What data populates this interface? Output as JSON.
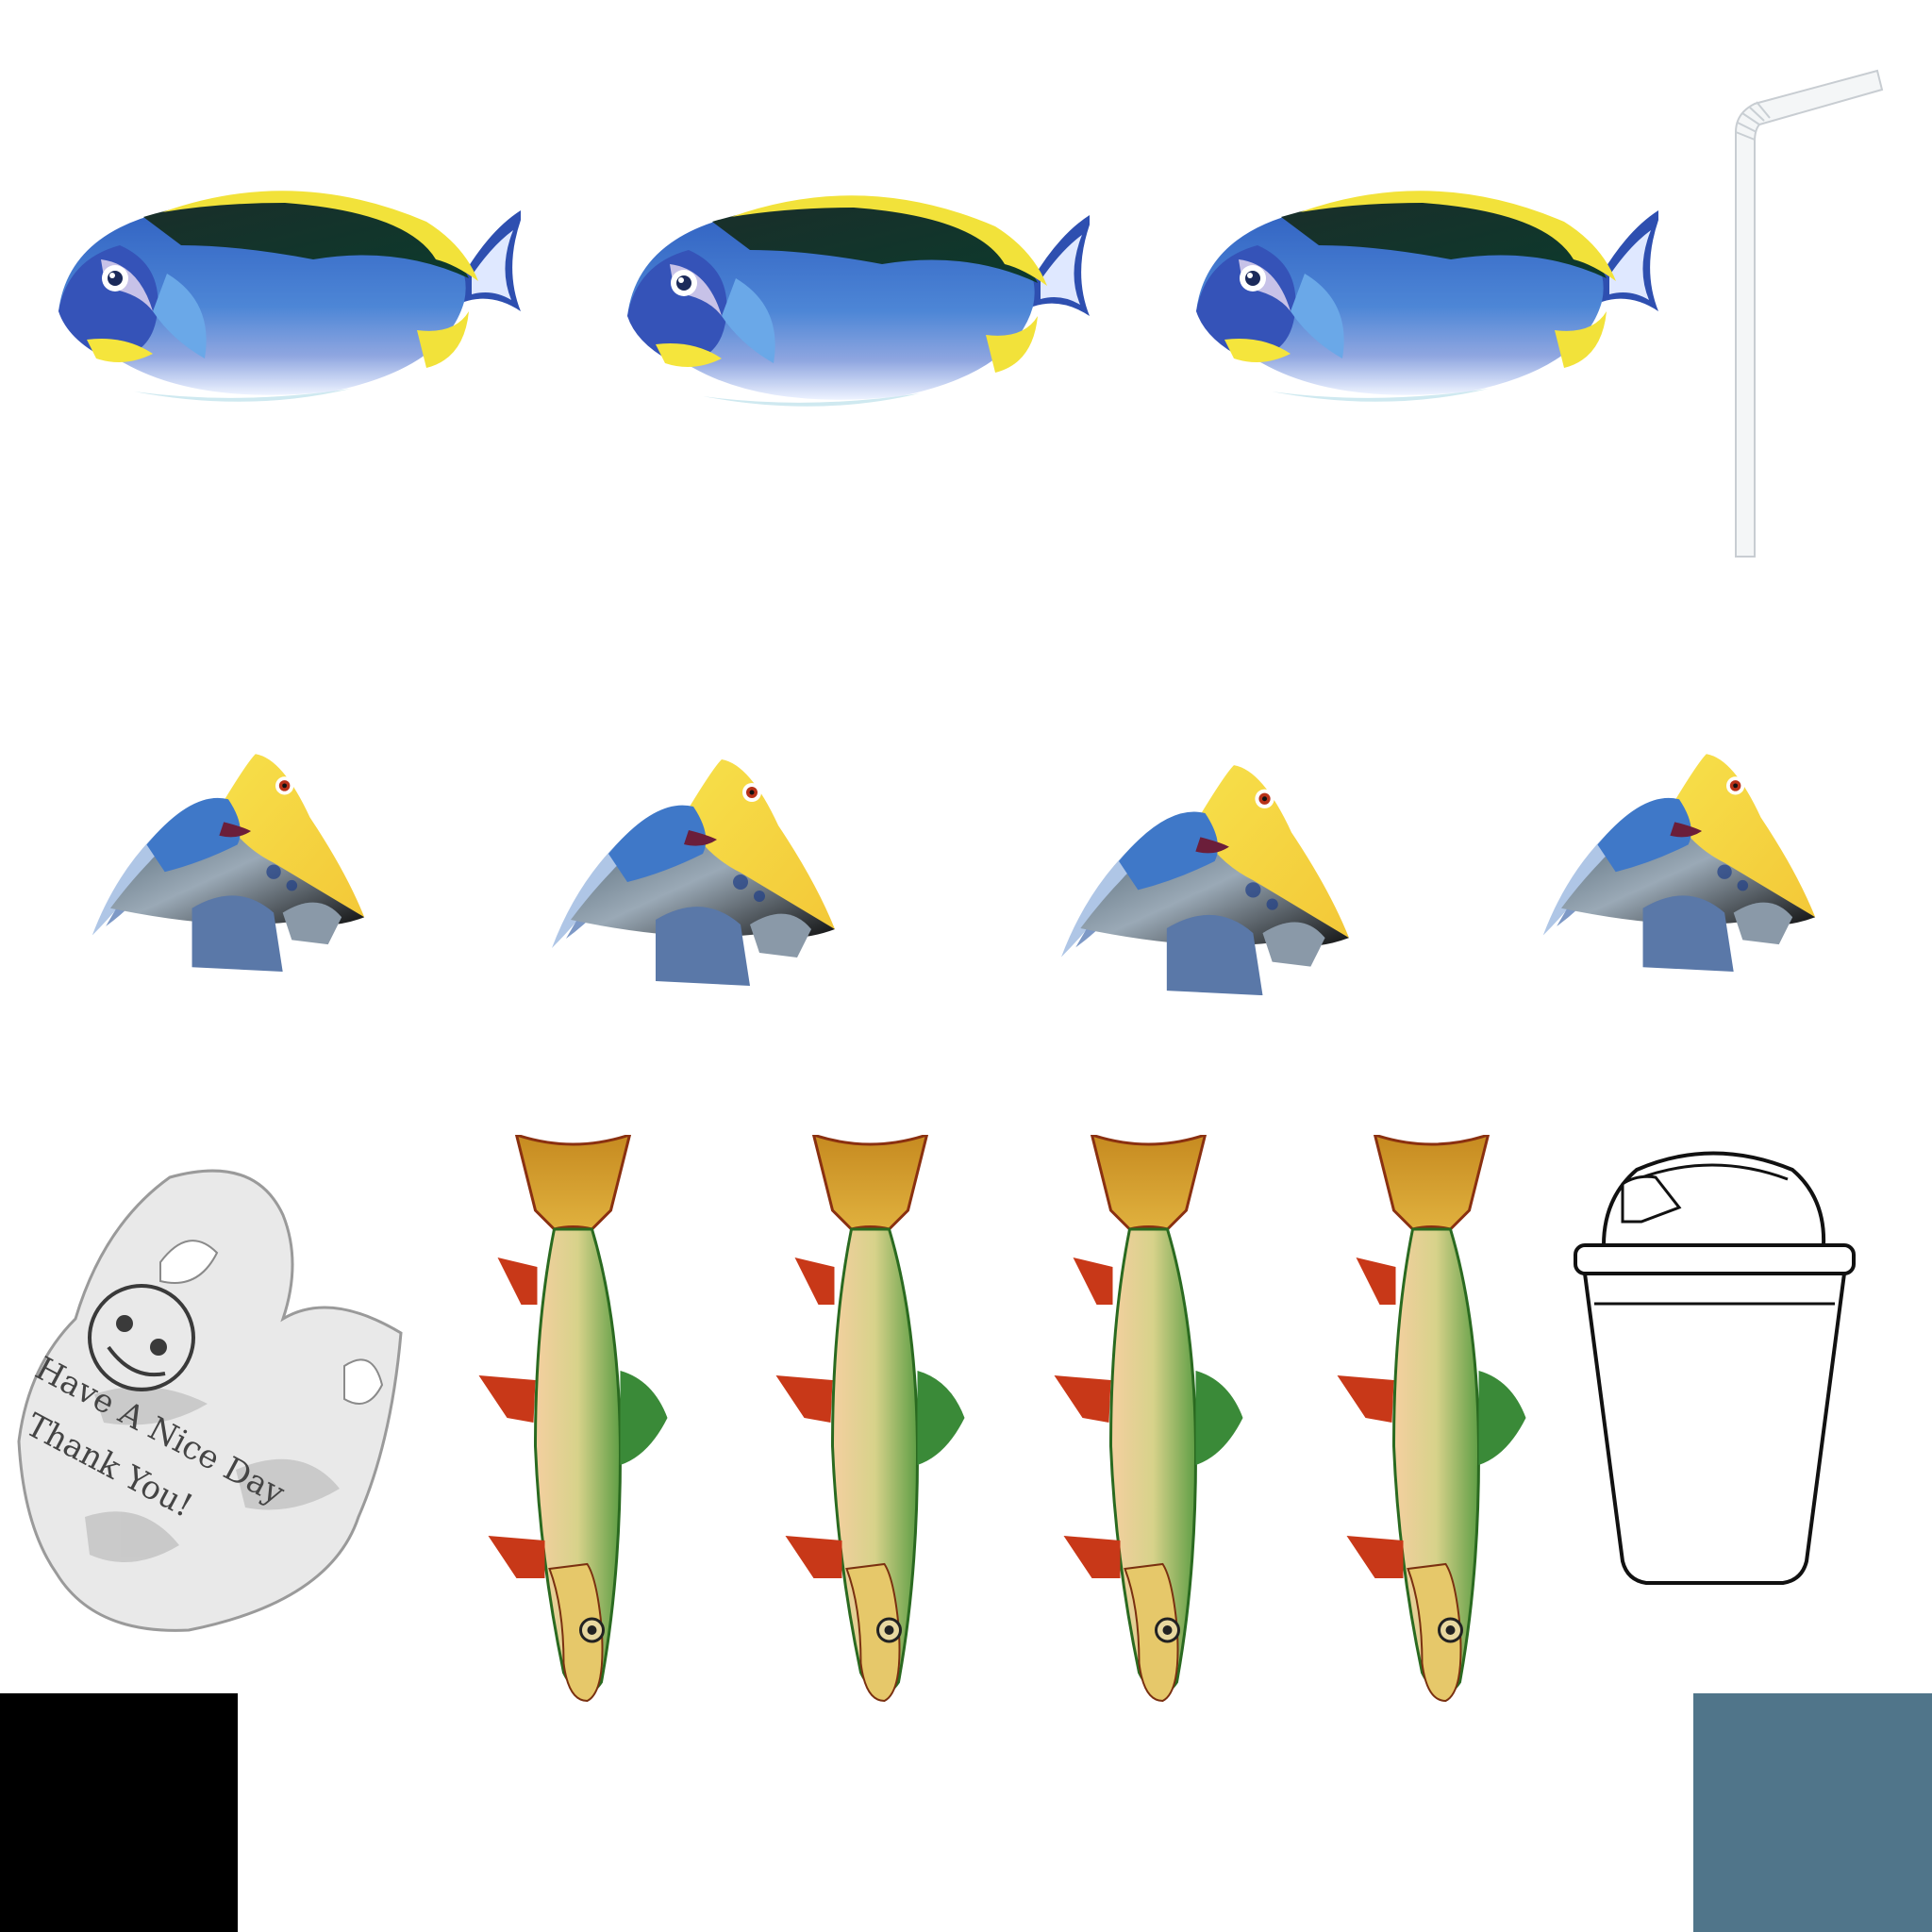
{
  "scene": {
    "background_color": "#ffffff",
    "corner_left_color": "#000000",
    "corner_right_color": "#50758a"
  },
  "rows": [
    {
      "items": [
        "tang-fish",
        "tang-fish",
        "tang-fish",
        "drinking-straw"
      ]
    },
    {
      "items": [
        "yellow-head-fish",
        "yellow-head-fish",
        "yellow-head-fish",
        "yellow-head-fish"
      ]
    },
    {
      "items": [
        "plastic-bag",
        "trout",
        "trout",
        "trout",
        "trout",
        "coffee-cup"
      ]
    }
  ],
  "plastic_bag": {
    "line1": "Have A Nice Day",
    "line2": "Thank You!"
  }
}
